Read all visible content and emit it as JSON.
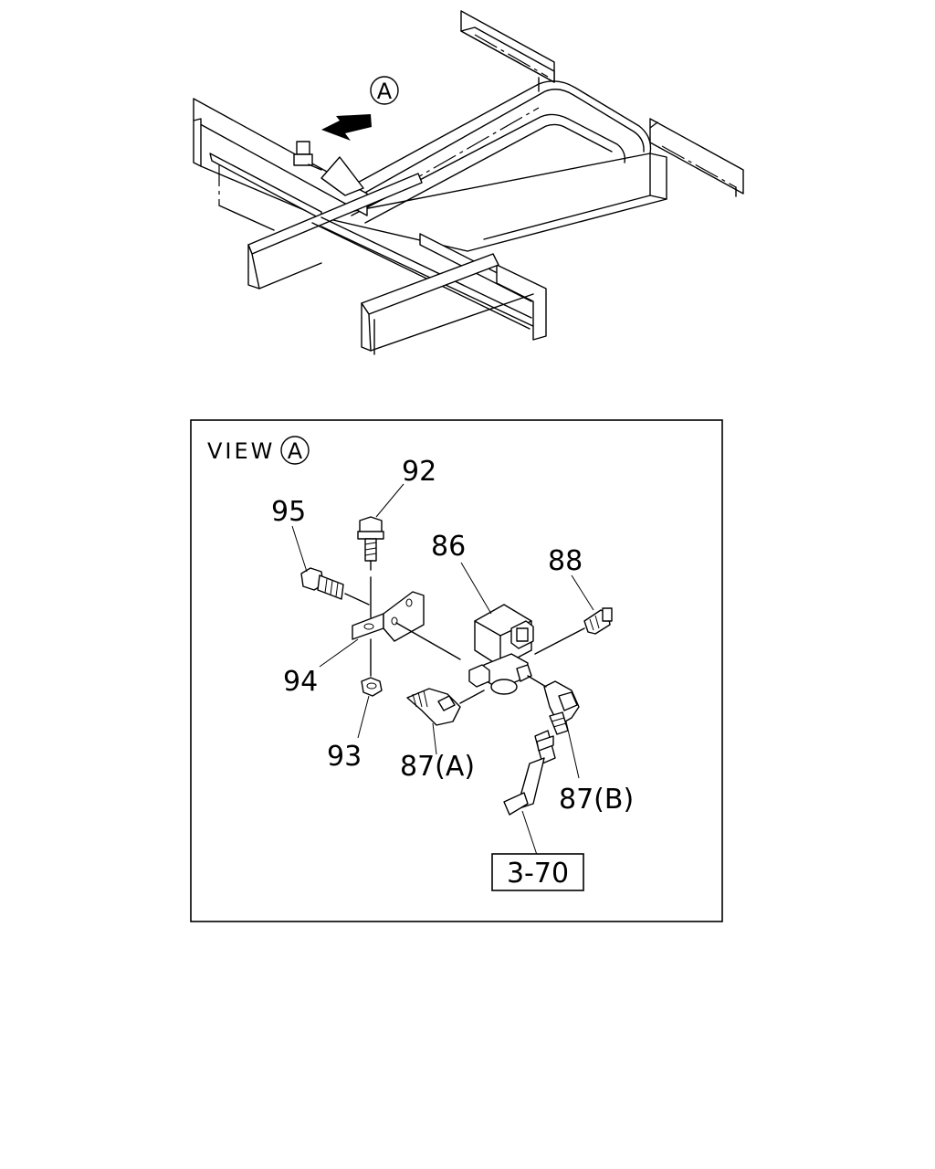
{
  "view_marker": "A",
  "view_title": "VIEW",
  "callouts": {
    "p92": "92",
    "p95": "95",
    "p86": "86",
    "p88": "88",
    "p94": "94",
    "p93": "93",
    "p87a": "87(A)",
    "p87b": "87(B)",
    "ref": "3-70"
  }
}
